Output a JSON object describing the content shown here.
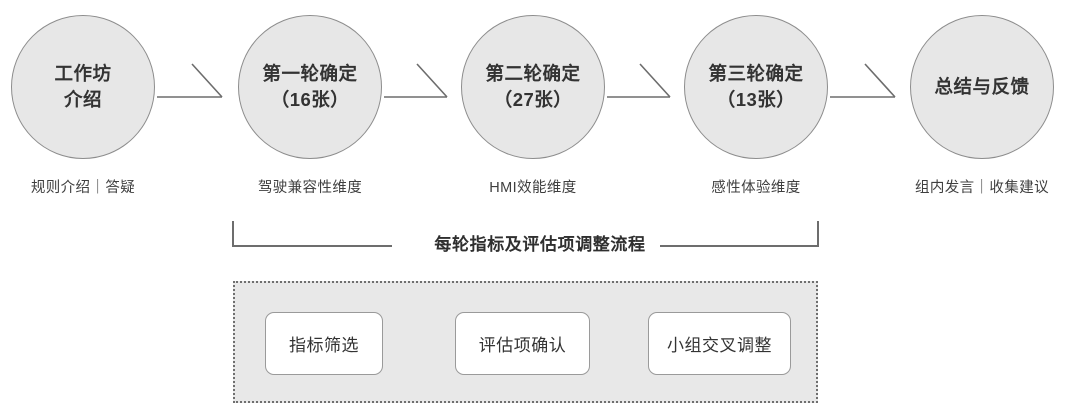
{
  "diagram": {
    "title": "每轮指标及评估项调整流程",
    "stages": [
      {
        "id": "workshop-intro",
        "title_line1": "工作坊",
        "title_line2": "介绍",
        "caption": "规则介绍｜答疑"
      },
      {
        "id": "round-1",
        "title_line1": "第一轮确定",
        "title_line2": "（16张）",
        "caption": "驾驶兼容性维度"
      },
      {
        "id": "round-2",
        "title_line1": "第二轮确定",
        "title_line2": "（27张）",
        "caption": "HMI效能维度"
      },
      {
        "id": "round-3",
        "title_line1": "第三轮确定",
        "title_line2": "（13张）",
        "caption": "感性体验维度"
      },
      {
        "id": "summary-feedback",
        "title_line1": "总结与反馈",
        "title_line2": "",
        "caption": "组内发言｜收集建议"
      }
    ],
    "sub_process": {
      "steps": [
        {
          "id": "indicator-screening",
          "label": "指标筛选"
        },
        {
          "id": "evaluation-confirm",
          "label": "评估项确认"
        },
        {
          "id": "group-cross-adjust",
          "label": "小组交叉调整"
        }
      ]
    },
    "colors": {
      "circle_fill": "#e7e7e7",
      "circle_stroke": "#8d8d8d",
      "panel_fill": "#e8e8e8",
      "panel_stroke": "#6f6f6f",
      "box_fill": "#ffffff",
      "box_stroke": "#9a9a9a",
      "connector": "#6d6d6d",
      "text": "#333333"
    }
  }
}
